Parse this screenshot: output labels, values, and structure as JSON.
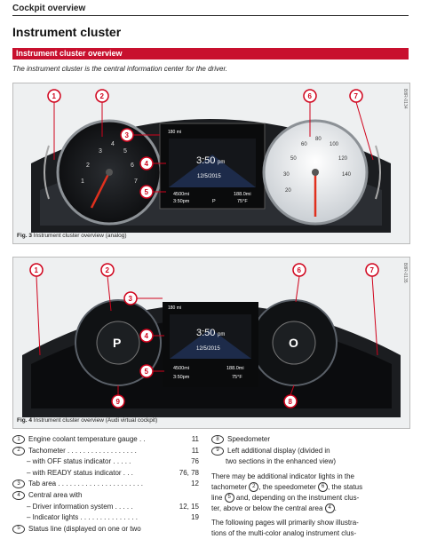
{
  "header": {
    "section": "Cockpit overview"
  },
  "title": "Instrument cluster",
  "bar_label": "Instrument cluster overview",
  "intro": "The instrument cluster is the central information center for the driver.",
  "figures": [
    {
      "caption_bold": "Fig. 3",
      "caption": "Instrument cluster overview (analog)",
      "ref": "B8R-0134",
      "screen": {
        "time": "3:50",
        "time_unit": "pm",
        "date": "12/5/2015",
        "odo": "4500mi",
        "trip": "188.0mi",
        "clock": "3:50pm",
        "gear": "P",
        "temp": "75°F",
        "tab_text": "180 mi"
      },
      "callouts": [
        "1",
        "2",
        "3",
        "4",
        "5",
        "6",
        "7"
      ]
    },
    {
      "caption_bold": "Fig. 4",
      "caption": "Instrument cluster overview (Audi virtual cockpit)",
      "ref": "B8R-0135",
      "screen": {
        "time": "3:50",
        "time_unit": "pm",
        "date": "12/5/2015",
        "odo": "4500mi",
        "trip": "188.0mi",
        "clock": "3:50pm",
        "temp": "75°F",
        "tab_text": "180 mi",
        "left_gear": "P",
        "right_gear": "O"
      },
      "callouts": [
        "1",
        "2",
        "3",
        "4",
        "5",
        "6",
        "7",
        "8",
        "9"
      ]
    }
  ],
  "legend_left": [
    {
      "num": "1",
      "label": "Engine coolant temperature gauge . .",
      "page": "11"
    },
    {
      "num": "2",
      "label": "Tachometer . . . . . . . . . . . . . . . . . .",
      "page": "11"
    },
    {
      "num": "",
      "label": "– with OFF status indicator . . . . .",
      "page": "76",
      "indent": true
    },
    {
      "num": "",
      "label": "– with READY status indicator . . .",
      "page": "76, 78",
      "indent": true
    },
    {
      "num": "3",
      "label": "Tab area . . . . . . . . . . . . . . . . . . . . . .",
      "page": "12"
    },
    {
      "num": "4",
      "label": "Central area with",
      "page": ""
    },
    {
      "num": "",
      "label": "– Driver information system . . . . .",
      "page": "12, 15",
      "indent": true
    },
    {
      "num": "",
      "label": "– Indicator lights . . . . . . . . . . . . . . .",
      "page": "19",
      "indent": true
    },
    {
      "num": "5",
      "label": "Status line (displayed on one or two",
      "page": ""
    }
  ],
  "legend_right": [
    {
      "num": "8",
      "label": "Speedometer"
    },
    {
      "num": "9",
      "label": "Left additional display (divided in"
    },
    {
      "num": "",
      "label": "two sections in the enhanced view)",
      "indent": true
    }
  ],
  "para1_a": "There may be additional indicator lights in the",
  "para1_b": "tachometer",
  "para1_c": ", the speedometer",
  "para1_d": ", the status",
  "para1_e": "line",
  "para1_f": "and, depending on the instrument clus-",
  "para1_g": "ter, above or below the central area",
  "para1_nums": [
    "2",
    "6",
    "5",
    "4"
  ],
  "para2_a": "The following pages will primarily show illustra-",
  "para2_b": "tions of the multi-color analog instrument clus-",
  "colors": {
    "brand_red": "#c8102e",
    "callout_red": "#d0021b"
  }
}
